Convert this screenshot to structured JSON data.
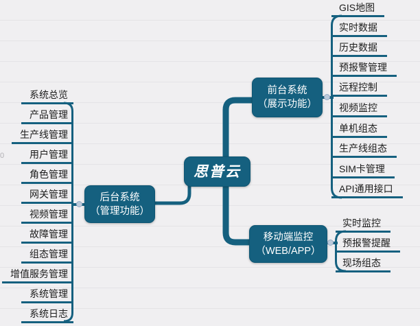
{
  "center": {
    "label": "思普云"
  },
  "branches": {
    "backend": {
      "title_line1": "后台系统",
      "title_line2": "（管理功能）",
      "children": [
        "系统总览",
        "产品管理",
        "生产线管理",
        "用户管理",
        "角色管理",
        "网关管理",
        "视频管理",
        "故障管理",
        "组态管理",
        "增值服务管理",
        "系统管理",
        "系统日志"
      ]
    },
    "frontend": {
      "title_line1": "前台系统",
      "title_line2": "（展示功能）",
      "children": [
        "GIS地图",
        "实时数据",
        "历史数据",
        "预报警管理",
        "远程控制",
        "视频监控",
        "单机组态",
        "生产线组态",
        "SIM卡管理",
        "API通用接口"
      ]
    },
    "mobile": {
      "title_line1": "移动端监控",
      "title_line2": "（WEB/APP）",
      "children": [
        "实时监控",
        "预报警提醒",
        "现场组态"
      ]
    }
  },
  "stray_mark": "0",
  "colors": {
    "background": "#f0eff1",
    "rule": "#e4e3e6",
    "line": "#15607f",
    "node_fill": "#15607f",
    "node_border": "#0e5573",
    "node_text": "#ffffff",
    "topic_text": "#1c1c1c",
    "dot_fill": "#bccadb",
    "dot_border": "#95abc4"
  }
}
